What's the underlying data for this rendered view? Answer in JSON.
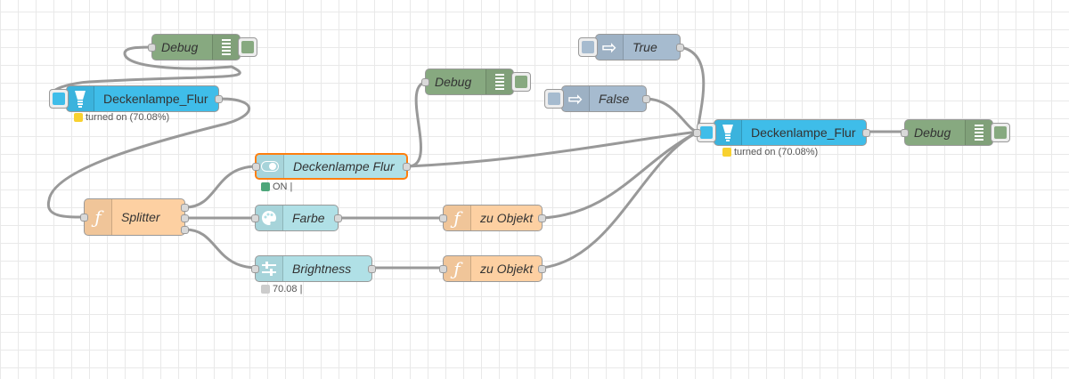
{
  "colors": {
    "debug": "#87a980",
    "hue": "#3fbde9",
    "change": "#a6bbcf",
    "function": "#fdd0a2",
    "teal": "#b0e0e6",
    "selected_border": "#ff7f0e",
    "status_yellow": "#f8d12f",
    "status_green": "#4da67a",
    "status_grey": "#cccccc",
    "wire": "#999999"
  },
  "nodes": {
    "debug_top": {
      "label": "Debug",
      "icon": "debug-icon"
    },
    "hue_left": {
      "label": "Deckenlampe_Flur",
      "icon": "bulb-icon",
      "status": "turned on (70.08%)"
    },
    "splitter": {
      "label": "Splitter",
      "icon": "function-icon"
    },
    "ui_switch": {
      "label": "Deckenlampe Flur",
      "icon": "toggle-icon",
      "status": "ON |"
    },
    "debug_mid": {
      "label": "Debug",
      "icon": "debug-icon"
    },
    "farbe": {
      "label": "Farbe",
      "icon": "palette-icon"
    },
    "brightness": {
      "label": "Brightness",
      "icon": "slider-icon",
      "status": "70.08 |"
    },
    "zu_objekt_1": {
      "label": "zu Objekt",
      "icon": "function-icon"
    },
    "zu_objekt_2": {
      "label": "zu Objekt",
      "icon": "function-icon"
    },
    "inject_true": {
      "label": "True",
      "icon": "arrow-icon"
    },
    "inject_false": {
      "label": "False",
      "icon": "arrow-icon"
    },
    "hue_right": {
      "label": "Deckenlampe_Flur",
      "icon": "bulb-icon",
      "status": "turned on (70.08%)"
    },
    "debug_right": {
      "label": "Debug",
      "icon": "debug-icon"
    }
  }
}
